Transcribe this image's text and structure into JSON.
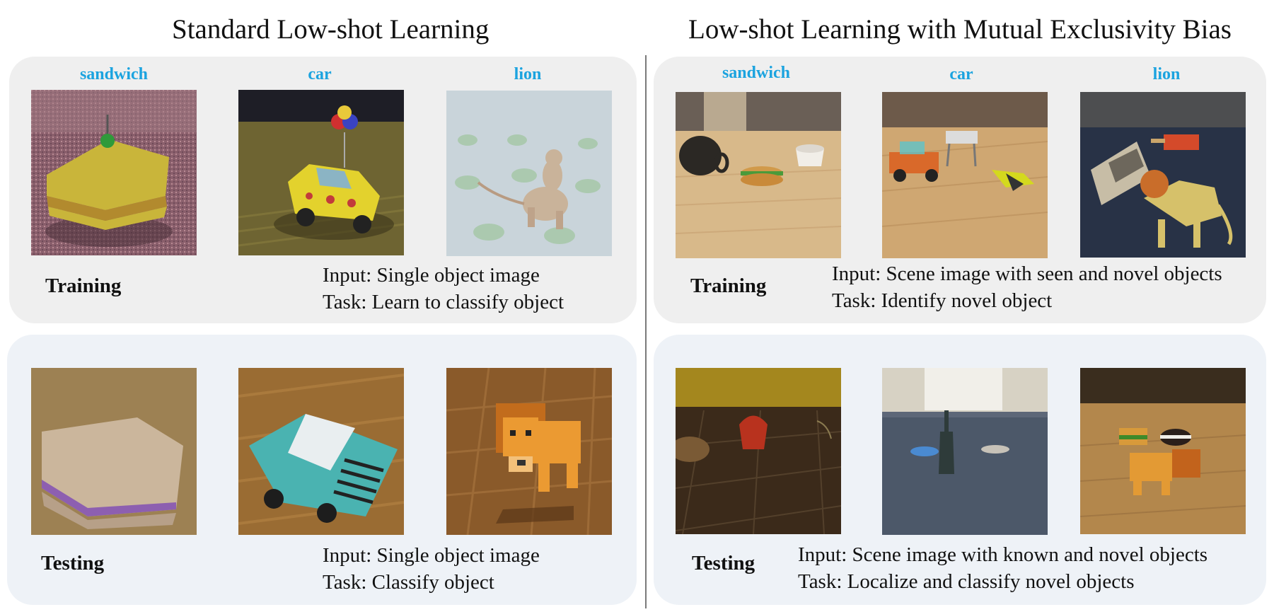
{
  "left": {
    "title": "Standard Low-shot Learning",
    "labels": [
      "sandwich",
      "car",
      "lion"
    ],
    "training": {
      "phase": "Training",
      "input": "Input: Single object image",
      "task": "Task: Learn to classify object"
    },
    "testing": {
      "phase": "Testing",
      "input": "Input: Single object image",
      "task": "Task: Classify object"
    }
  },
  "right": {
    "title": "Low-shot Learning with Mutual Exclusivity Bias",
    "labels": [
      "sandwich",
      "car",
      "lion"
    ],
    "training": {
      "phase": "Training",
      "input": "Input: Scene image with seen and novel objects",
      "task": "Task: Identify novel object"
    },
    "testing": {
      "phase": "Testing",
      "input": "Input: Scene image with known and novel objects",
      "task": "Task: Localize and classify novel objects"
    }
  }
}
